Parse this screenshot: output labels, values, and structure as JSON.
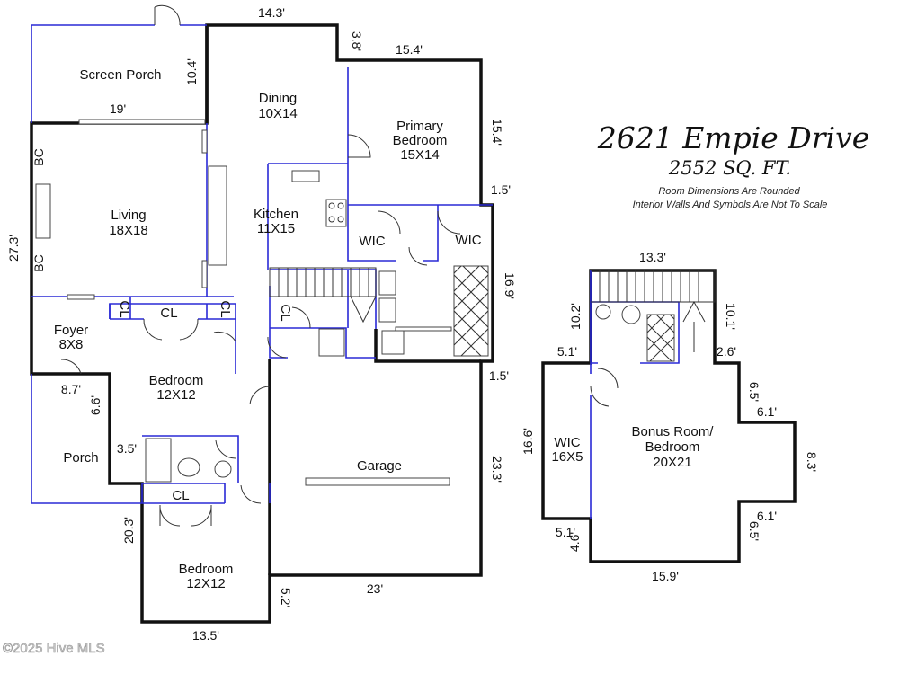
{
  "header": {
    "address": "2621 Empie Drive",
    "area": "2552 SQ. FT.",
    "note_1": "Room Dimensions Are Rounded",
    "note_2": "Interior Walls And Symbols Are Not To Scale"
  },
  "rooms": {
    "screen_porch": "Screen Porch",
    "dining": "Dining",
    "dining_size": "10X14",
    "primary": "Primary",
    "primary_2": "Bedroom",
    "primary_size": "15X14",
    "living": "Living",
    "living_size": "18X18",
    "kitchen": "Kitchen",
    "kitchen_size": "11X15",
    "wic_a": "WIC",
    "wic_b": "WIC",
    "foyer": "Foyer",
    "foyer_size": "8X8",
    "cl_foyer": "CL",
    "cl_hall_1": "CL",
    "cl_hall_2": "CL",
    "cl_kitchen": "CL",
    "cl_bath": "CL",
    "bedroom_1": "Bedroom",
    "bedroom_1_size": "12X12",
    "porch": "Porch",
    "garage": "Garage",
    "bedroom_2": "Bedroom",
    "bedroom_2_size": "12X12",
    "bc_top": "BC",
    "bc_bottom": "BC",
    "bonus": "Bonus Room/",
    "bonus_2": "Bedroom",
    "bonus_size": "20X21",
    "wic_bonus": "WIC",
    "wic_bonus_size": "16X5"
  },
  "dimensions": {
    "d_14_3": "14.3'",
    "d_3_8": "3.8'",
    "d_15_4_top": "15.4'",
    "d_10_4": "10.4'",
    "d_19": "19'",
    "d_15_4_side": "15.4'",
    "d_1_5_top": "1.5'",
    "d_27_3": "27.3'",
    "d_16_9": "16.9'",
    "d_1_5_low": "1.5'",
    "d_8_7": "8.7'",
    "d_6_6": "6.6'",
    "d_3_5": "3.5'",
    "d_23_3": "23.3'",
    "d_20_3": "20.3'",
    "d_5_2": "5.2'",
    "d_23": "23'",
    "d_13_5": "13.5'",
    "b_13_3": "13.3'",
    "b_10_2": "10.2'",
    "b_10_1": "10.1'",
    "b_5_1_top": "5.1'",
    "b_2_6": "2.6'",
    "b_6_5_top": "6.5'",
    "b_6_1_top": "6.1'",
    "b_16_6": "16.6'",
    "b_8_3": "8.3'",
    "b_6_1_low": "6.1'",
    "b_6_5_low": "6.5'",
    "b_5_1_low": "5.1'",
    "b_4_6": "4.6'",
    "b_15_9": "15.9'"
  },
  "watermark": "©2025 Hive MLS",
  "colors": {
    "exterior_wall": "#111111",
    "interior_wall": "#2a2ad6",
    "background": "#ffffff"
  }
}
